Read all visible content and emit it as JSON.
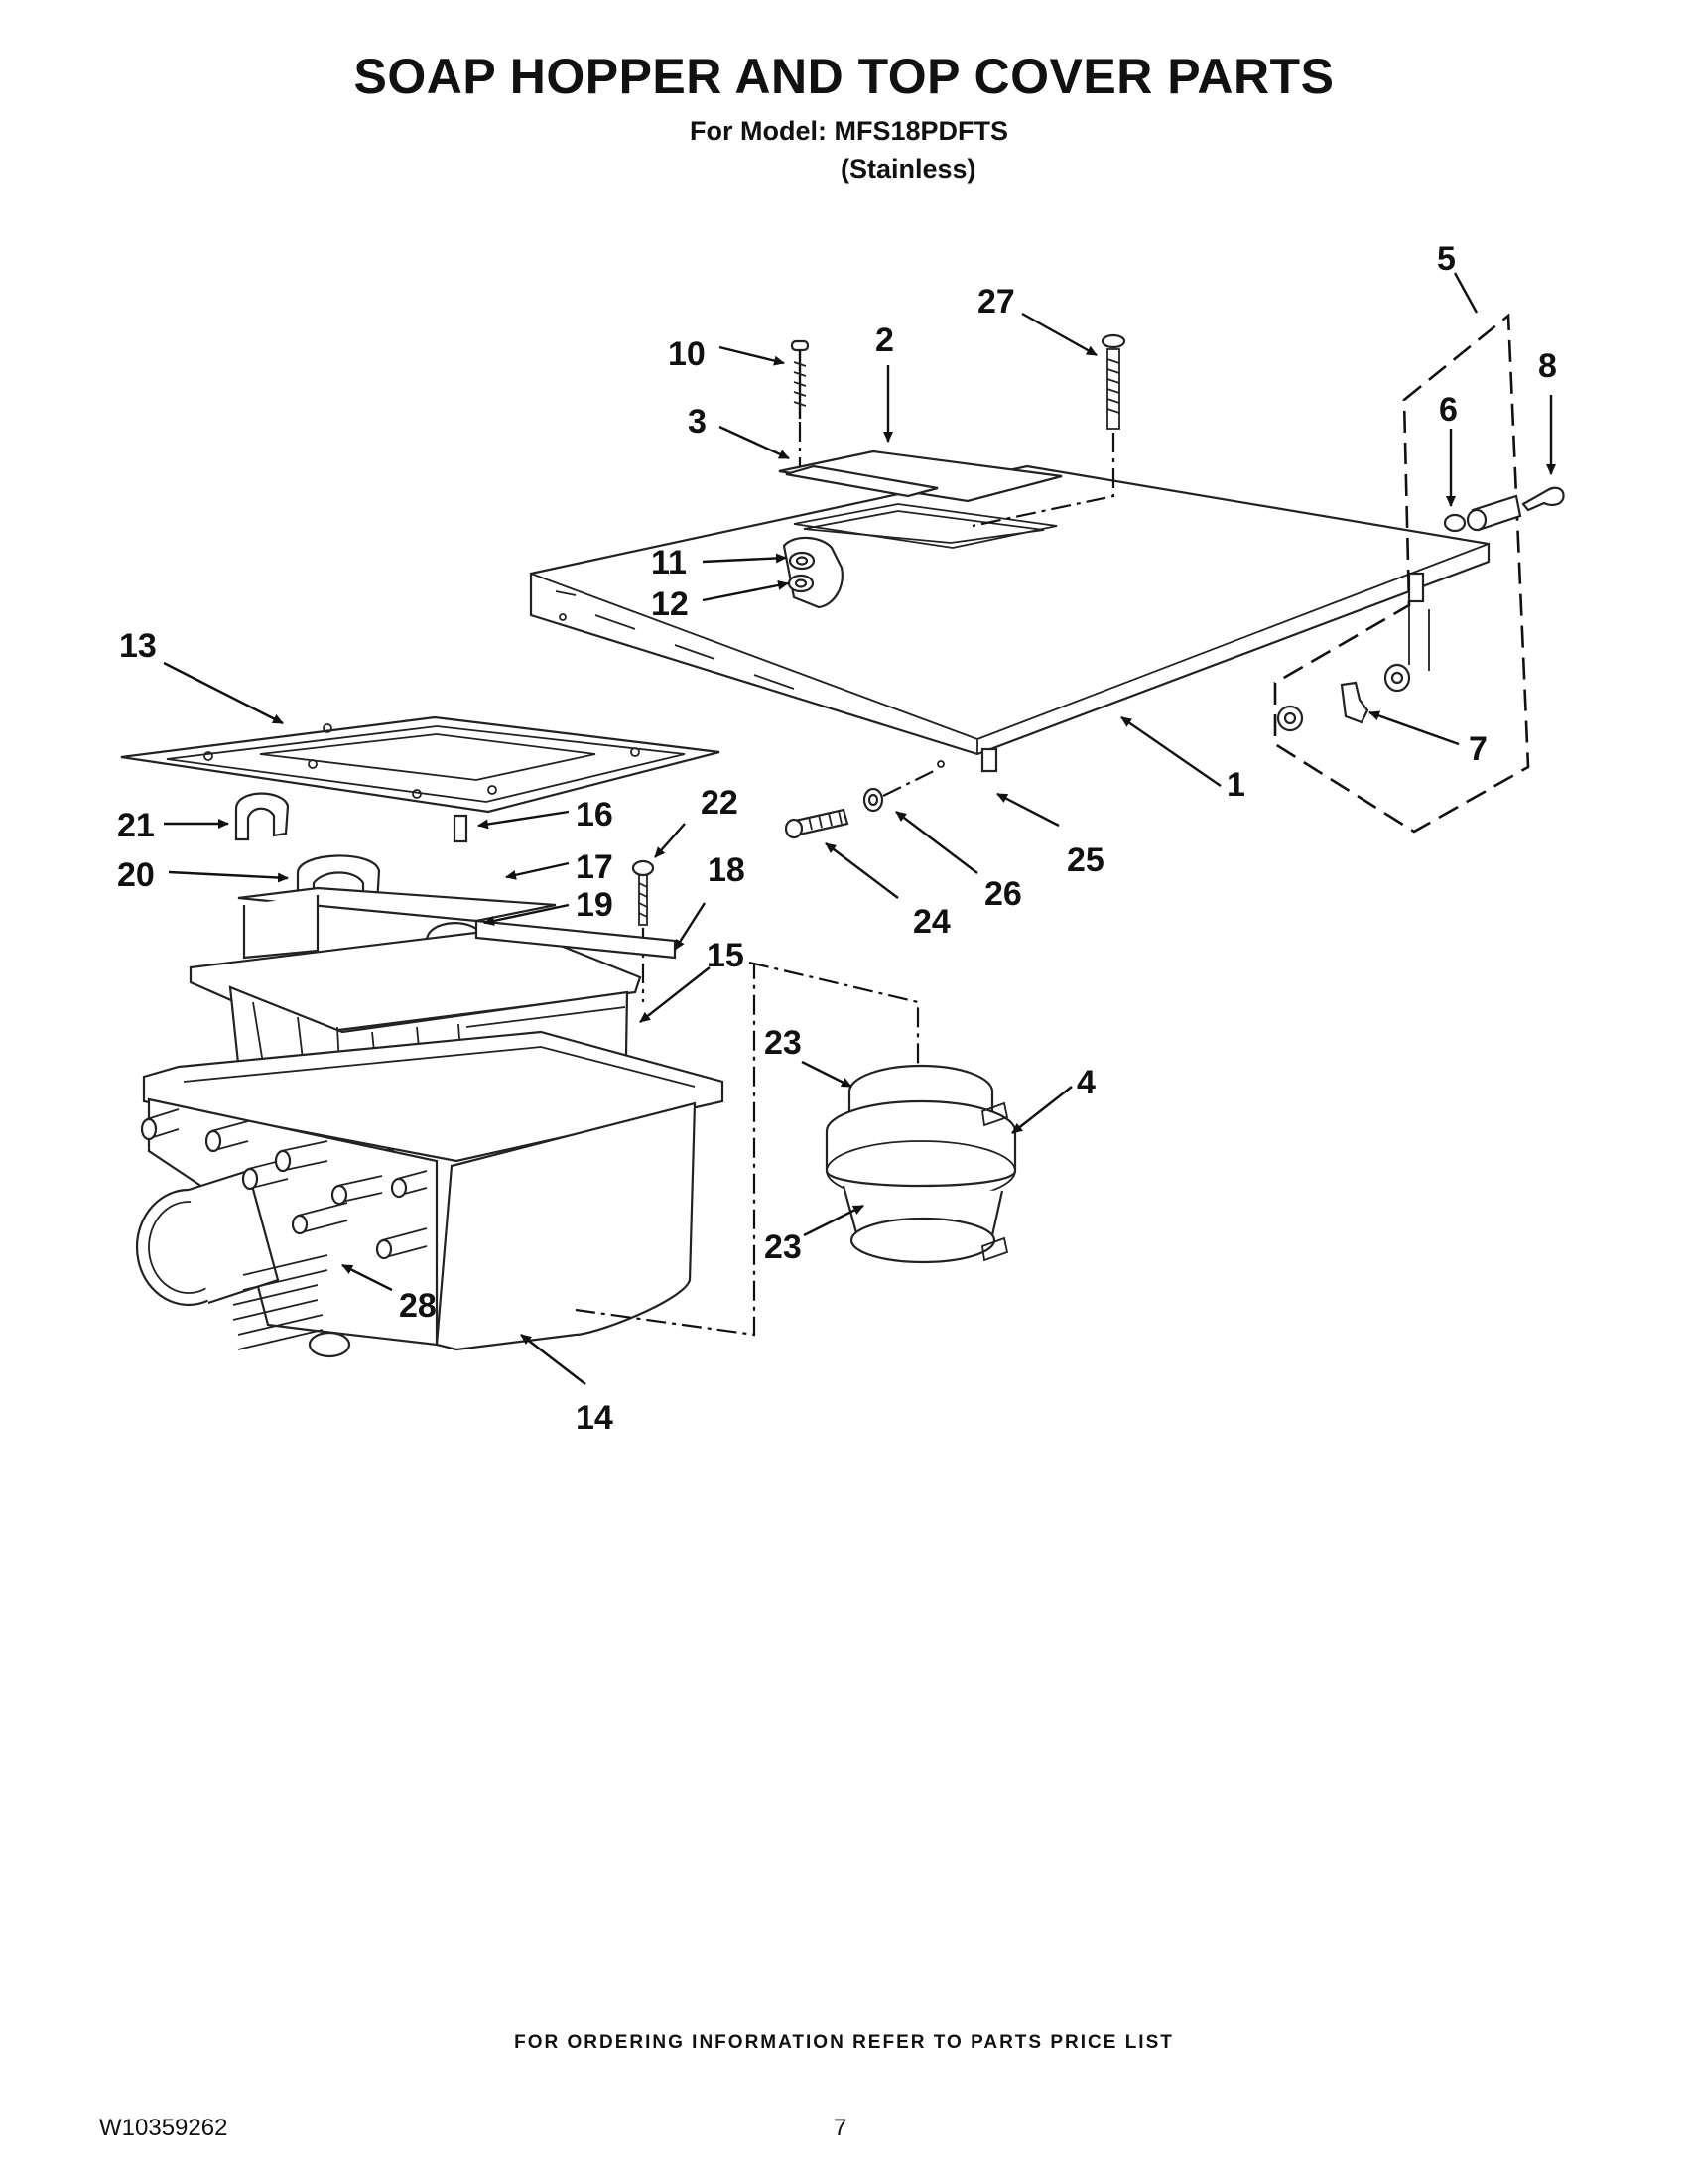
{
  "header": {
    "title": "SOAP HOPPER AND TOP COVER PARTS",
    "model_line": "For Model: MFS18PDFTS",
    "finish_line": "(Stainless)"
  },
  "diagram": {
    "callouts": [
      "1",
      "2",
      "3",
      "4",
      "5",
      "6",
      "7",
      "8",
      "10",
      "11",
      "12",
      "13",
      "14",
      "15",
      "16",
      "17",
      "18",
      "19",
      "20",
      "21",
      "22",
      "23",
      "23",
      "24",
      "25",
      "26",
      "27",
      "28"
    ]
  },
  "footer": {
    "ordering_note": "FOR ORDERING INFORMATION REFER TO PARTS PRICE LIST",
    "doc_number": "W10359262",
    "page_number": "7"
  }
}
